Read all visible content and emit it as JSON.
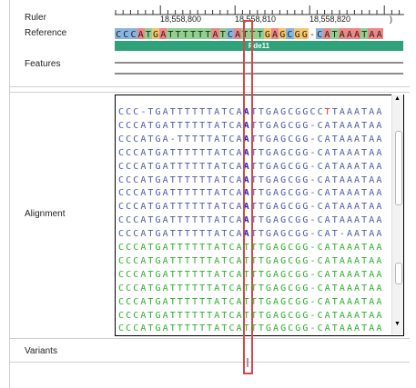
{
  "labels": {
    "ruler": "Ruler",
    "reference": "Reference",
    "features": "Features",
    "alignment": "Alignment",
    "variants": "Variants"
  },
  "ruler": {
    "ticks": [
      "18,558,800",
      "18,558,810",
      "18,558,820"
    ]
  },
  "reference": {
    "sequence": "CCCATGATTTTTTATCATTTGAGCGG-CATAAATAA"
  },
  "colors": {
    "A": "#f08585",
    "C": "#8ab4e0",
    "G": "#f5c46b",
    "T": "#8fd08f",
    "gene": "#2ea27a",
    "highlight": "#d54848"
  },
  "features": {
    "gene_label": "Pde11"
  },
  "alignment": {
    "reads": [
      "CCC-TGATTTTTTATCAATTGAGCGGCCTTAAATAA",
      "CCCATGATTTTTTATCAATTGAGCGG-CATAAATAA",
      "CCCATGA-TTTTTATCAATTGAGCGG-CATAAATAA",
      "CCCATGATTTTTTATCAATTGAGCGG-CATAAATAA",
      "CCCATGATTTTTTATCAATTGAGCGG-CATAAATAA",
      "CCCATGATTTTTTATCAATTGAGCGG-CATAAATAA",
      "CCCATGATTTTTTATCAATTGAGCGG-CATAAATAA",
      "CCCATGATTTTTTATCAATTGAGCGG-CATAAATAA",
      "CCCATGATTTTTTATCAATTGAGCGG-CATAAATAA",
      "CCCATGATTTTTTATCAATTGAGCGG-CAT-AATAA",
      "CCCATGATTTTTTATCATTTGAGCGG-CATAAATAA",
      "CCCATGATTTTTTATCATTTGAGCGG-CATAAATAA",
      "CCCATGATTTTTTATCATTTGAGCGG-CATAAATAA",
      "CCCATGATTTTTTATCATTTGAGCGG-CATAAATAA",
      "CCCATGATTTTTTATCATTTGAGCGG-CATAAATAA",
      "CCCATGATTTTTTATCATTTGAGCGG-CATAAATAA",
      "CCCATGATTTTTTATCATTTGAGCGG-CATAAATAA"
    ],
    "mismatch": "T"
  }
}
